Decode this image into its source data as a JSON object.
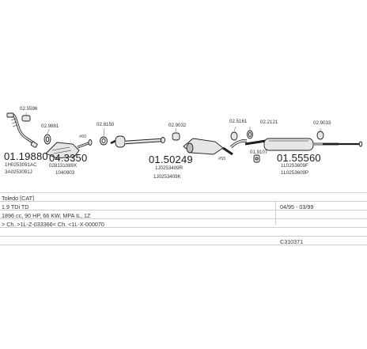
{
  "parts": {
    "p1": {
      "number": "01.19880",
      "refs": [
        "1H0253091AC",
        "3A0253091J"
      ],
      "clamp_code": "02.5596"
    },
    "p2": {
      "number": "02.9881"
    },
    "p3": {
      "number": "04.3350",
      "refs": [
        "028131089X",
        "1040903"
      ]
    },
    "p4": {
      "code": "#60"
    },
    "p5": {
      "number": "02.8150"
    },
    "p6": {
      "number": "01.50249",
      "refs": [
        "1J0253409R",
        "1J0253409K"
      ]
    },
    "p7": {
      "number": "02.9032"
    },
    "p8": {
      "code": "#55"
    },
    "p9": {
      "number": "02.5161"
    },
    "p10": {
      "number": "02.2121"
    },
    "p11": {
      "number": "01.9107"
    },
    "p12": {
      "number": "01.55560",
      "refs": [
        "1L0253609F",
        "1L0253609P"
      ]
    },
    "p13": {
      "number": "02.9033"
    }
  },
  "info": {
    "model": "Toledo [CAT]",
    "engine": "1.9 TDi TD",
    "production": "04/95 - 03/99",
    "specs": "1896 cc, 90 HP, 66 KW, MPA IL, 1Z",
    "chassis": "> Ch. >1L-Z-033366< Ch. <1L-X-000070",
    "diagram_code": "C310371"
  },
  "colors": {
    "line": "#1f1f1f",
    "fill": "#e6e6e6",
    "shade": "#bdbdbd"
  }
}
